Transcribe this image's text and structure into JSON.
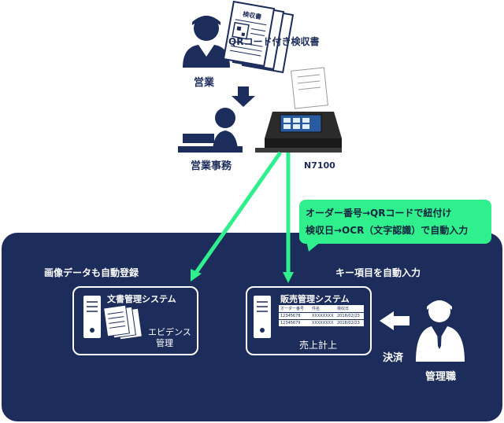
{
  "top": {
    "qr_invoice_label": "QRコード付き検収書",
    "invoice_heading": "検収書",
    "sales_label": "営業",
    "sales_office_label": "営業事務",
    "scanner_model": "N7100"
  },
  "callout": {
    "line1": "オーダー番号→QRコードで紐付け",
    "line2": "検収日→OCR（文字認識）で自動入力"
  },
  "panel": {
    "left_heading": "画像データも自動登録",
    "right_heading": "キー項目を自動入力",
    "doc_system_title": "文書管理システム",
    "evidence_line1": "エビデンス",
    "evidence_line2": "管理",
    "sales_system_title": "販売管理システム",
    "revenue_label": "売上計上",
    "approval_label": "決済",
    "manager_label": "管理職",
    "table_headers": [
      "オーダー番号",
      "件名",
      "検収日"
    ],
    "table_rows": [
      [
        "12345678",
        "XXXXXXXX",
        "2018/02/23"
      ],
      [
        "12345679",
        "XXXXXXXX",
        "2018/02/23"
      ]
    ]
  },
  "colors": {
    "navy": "#1c2c5b",
    "green": "#2ff08c",
    "white": "#ffffff"
  }
}
